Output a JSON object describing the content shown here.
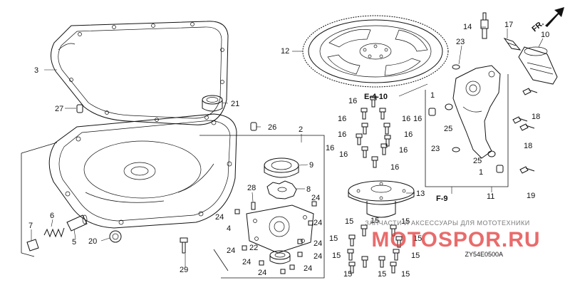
{
  "diagram": {
    "code": "ZY54E0500A",
    "direction_label": "FR.",
    "refs": {
      "ref1": "E-4-10",
      "ref2": "F-9"
    },
    "watermark": {
      "line1": "ЗАПЧАСТИ И АКСЕССУАРЫ ДЛЯ МОТОТЕХНИКИ",
      "line2": "MOTOSPOR.RU"
    },
    "callouts": [
      {
        "id": "c3",
        "text": "3"
      },
      {
        "id": "c27",
        "text": "27"
      },
      {
        "id": "c21",
        "text": "21"
      },
      {
        "id": "c26",
        "text": "26"
      },
      {
        "id": "c2",
        "text": "2"
      },
      {
        "id": "c9",
        "text": "9"
      },
      {
        "id": "c28",
        "text": "28"
      },
      {
        "id": "c8",
        "text": "8"
      },
      {
        "id": "c24a",
        "text": "24"
      },
      {
        "id": "c24b",
        "text": "24"
      },
      {
        "id": "c4",
        "text": "4"
      },
      {
        "id": "c22",
        "text": "22"
      },
      {
        "id": "c24c",
        "text": "24"
      },
      {
        "id": "c24d",
        "text": "24"
      },
      {
        "id": "c24e",
        "text": "24"
      },
      {
        "id": "c24f",
        "text": "24"
      },
      {
        "id": "c24g",
        "text": "24"
      },
      {
        "id": "c24h",
        "text": "24"
      },
      {
        "id": "c24i",
        "text": "24"
      },
      {
        "id": "c7",
        "text": "7"
      },
      {
        "id": "c6",
        "text": "6"
      },
      {
        "id": "c5",
        "text": "5"
      },
      {
        "id": "c20",
        "text": "20"
      },
      {
        "id": "c29",
        "text": "29"
      },
      {
        "id": "c12",
        "text": "12"
      },
      {
        "id": "c14",
        "text": "14"
      },
      {
        "id": "c17",
        "text": "17"
      },
      {
        "id": "c10",
        "text": "10"
      },
      {
        "id": "c23a",
        "text": "23"
      },
      {
        "id": "c1a",
        "text": "1"
      },
      {
        "id": "c25a",
        "text": "25"
      },
      {
        "id": "c18a",
        "text": "18"
      },
      {
        "id": "c18b",
        "text": "18"
      },
      {
        "id": "c23b",
        "text": "23"
      },
      {
        "id": "c25b",
        "text": "25"
      },
      {
        "id": "c1b",
        "text": "1"
      },
      {
        "id": "c11",
        "text": "11"
      },
      {
        "id": "c19",
        "text": "19"
      },
      {
        "id": "c13",
        "text": "13"
      },
      {
        "id": "c16a",
        "text": "16"
      },
      {
        "id": "c16b",
        "text": "16"
      },
      {
        "id": "c16c",
        "text": "16"
      },
      {
        "id": "c16d",
        "text": "16"
      },
      {
        "id": "c16e",
        "text": "16"
      },
      {
        "id": "c16f",
        "text": "16"
      },
      {
        "id": "c16g",
        "text": "16"
      },
      {
        "id": "c16h",
        "text": "16"
      },
      {
        "id": "c16i",
        "text": "16"
      },
      {
        "id": "c16j",
        "text": "16"
      },
      {
        "id": "c15a",
        "text": "15"
      },
      {
        "id": "c15b",
        "text": "15"
      },
      {
        "id": "c15c",
        "text": "15"
      },
      {
        "id": "c15d",
        "text": "15"
      },
      {
        "id": "c15e",
        "text": "15"
      },
      {
        "id": "c15f",
        "text": "15"
      },
      {
        "id": "c15g",
        "text": "15"
      },
      {
        "id": "c15h",
        "text": "15"
      },
      {
        "id": "c15i",
        "text": "15"
      },
      {
        "id": "c15j",
        "text": "15"
      }
    ]
  }
}
